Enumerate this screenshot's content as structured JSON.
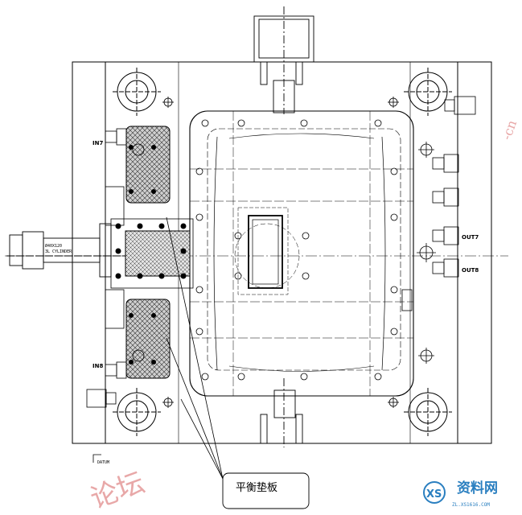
{
  "labels": {
    "in7": "IN7",
    "in8": "IN8",
    "out7": "OUT7",
    "out8": "OUT8",
    "datum": "DATUM",
    "cylinder_line1": "Ø40X120",
    "cylinder_line2": "3L CYLINDER"
  },
  "callout": {
    "text": "平衡垫板"
  },
  "watermark": {
    "chars": "论坛",
    "side": "-cn"
  },
  "logo": {
    "name": "资料网",
    "url": "ZL.XS1616.COM",
    "mark": "XS"
  },
  "colors": {
    "line": "#000000",
    "hatch": "#444444",
    "hatch_fill": "#d8d8d8",
    "watermark": "#e8a8a8",
    "logo": "#2a7fc0"
  }
}
